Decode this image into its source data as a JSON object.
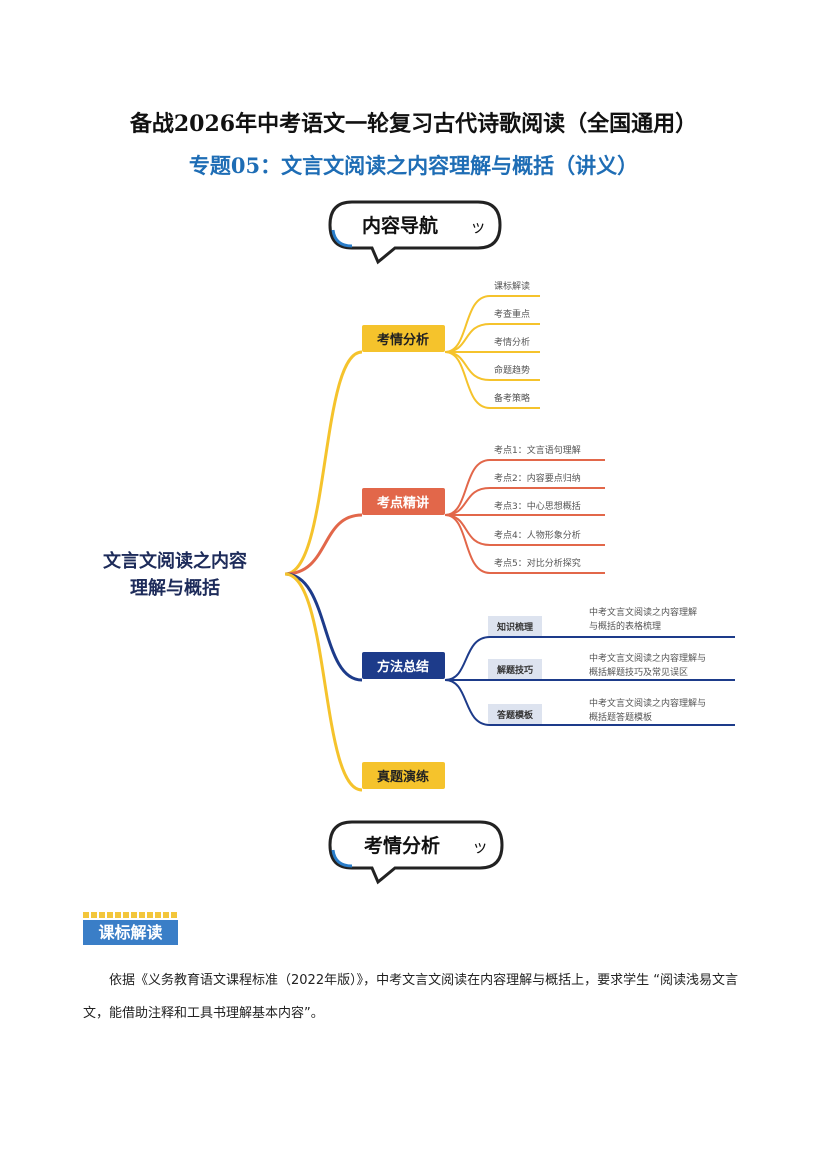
{
  "header": {
    "title": "备战2026年中考语文一轮复习古代诗歌阅读（全国通用）",
    "subtitle": "专题05：文言文阅读之内容理解与概括（讲义）"
  },
  "nav_badge": "内容导航",
  "mindmap": {
    "center": [
      "文言文阅读之内容",
      "理解与概括"
    ],
    "branches": [
      {
        "label": "考情分析",
        "color": "#f5c32c",
        "items": [
          "课标解读",
          "考查重点",
          "考情分析",
          "命题趋势",
          "备考策略"
        ]
      },
      {
        "label": "考点精讲",
        "color": "#e2674a",
        "items": [
          "考点1：文言语句理解",
          "考点2：内容要点归纳",
          "考点3：中心思想概括",
          "考点4：人物形象分析",
          "考点5：对比分析探究"
        ]
      },
      {
        "label": "方法总结",
        "color": "#1d3b8a",
        "items": [
          {
            "tag": "知识梳理",
            "lines": [
              "中考文言文阅读之内容理解",
              "与概括的表格梳理"
            ]
          },
          {
            "tag": "解题技巧",
            "lines": [
              "中考文言文阅读之内容理解与",
              "概括解题技巧及常见误区"
            ]
          },
          {
            "tag": "答题模板",
            "lines": [
              "中考文言文阅读之内容理解与",
              "概括题答题模板"
            ]
          }
        ]
      },
      {
        "label": "真题演练",
        "color": "#f5c32c",
        "items": []
      }
    ]
  },
  "section_badge": "考情分析",
  "section_heading": "课标解读",
  "paragraph": "依据《义务教育语文课程标准（2022年版）》，中考文言文阅读在内容理解与概括上，要求学生 “阅读浅易文言文，能借助注释和工具书理解基本内容”。"
}
